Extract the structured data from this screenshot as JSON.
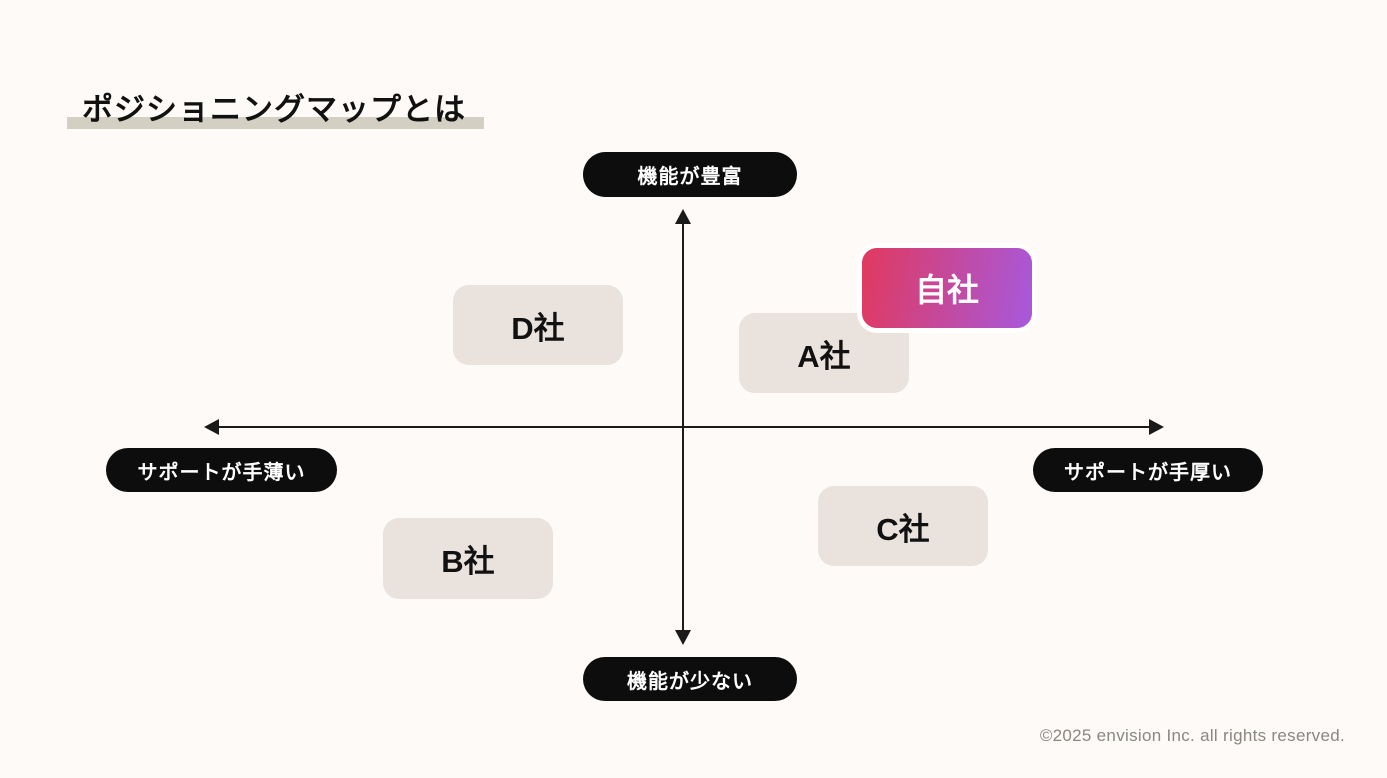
{
  "page": {
    "title": "ポジショニングマップとは",
    "copyright": "©2025 envision Inc. all rights reserved."
  },
  "chart": {
    "type": "positioning-map",
    "axes": {
      "top": "機能が豊富",
      "bottom": "機能が少ない",
      "left": "サポートが手薄い",
      "right": "サポートが手厚い"
    },
    "entities": [
      {
        "label": "D社",
        "quadrant": "upper-left",
        "highlight": false
      },
      {
        "label": "自社",
        "quadrant": "upper-right",
        "highlight": true
      },
      {
        "label": "A社",
        "quadrant": "upper-right",
        "highlight": false
      },
      {
        "label": "B社",
        "quadrant": "lower-left",
        "highlight": false
      },
      {
        "label": "C社",
        "quadrant": "lower-right",
        "highlight": false
      }
    ],
    "colors": {
      "background": "#FDFAF8",
      "axis": "#1A1A1A",
      "pill_background": "#0D0D0D",
      "pill_text": "#FFFFFF",
      "box_background": "#E9E2DD",
      "box_text": "#111111",
      "highlight_gradient_start": "#E1395E",
      "highlight_gradient_end": "#A759DD",
      "highlight_text": "#FFFFFF",
      "title_underline": "#D4CFC3",
      "copyright_text": "#8B8682"
    }
  }
}
